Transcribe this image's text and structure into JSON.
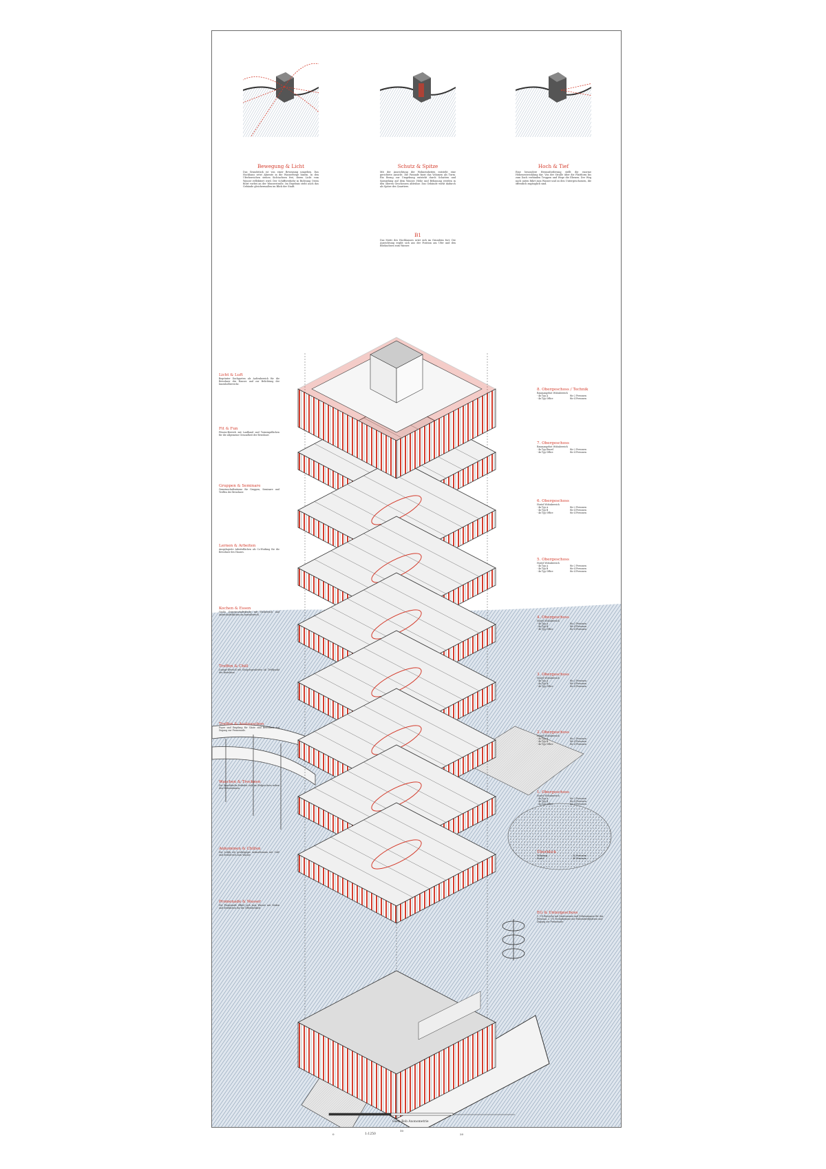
{
  "diagrams": [
    {
      "title": "Bewegung & Licht",
      "text": "Das Grundstück ist von einer Bewegung umgeben. Das Hochhaus setzt Akzente in die Wasserwege hinein. In den Uferbereichen stehen Sichtachsen frei, deren Licht vom Wasser reflektiert wird. Der Schiffsverkehr in Richtung Osten führt vorbei an der Wasserstraße. Im Ergebnis steht auch das Gebäude gleichermaßen im Blick der Stadt."
    },
    {
      "title": "Schutz & Spitze",
      "text": "Mit der Ausrichtung der Wohneinheiten entsteht eine gerichtete Ansicht. Die Fassade fasst das Volumen als Turm. Ein Bezug zur Umgebung entsteht durch Schatten und Spiegelung auf dem Wasser. Höhe und Bebauung werden in den oberen Geschossen ablesbar. Das Gebäude wirkt dadurch als Spitze des Quartiers."
    },
    {
      "title": "Hoch & Tief",
      "text": "Eine besondere Herausforderung stellt die enorme Höhenentwicklung dar. Von der Straße über die Plattform bis zum Dach verbinden Treppen und Wege die Ebenen. Der Weg nach unten führt zum Wasser und zu den Untergeschossen, die öffentlich zugänglich sind."
    }
  ],
  "intro": {
    "title": "B1",
    "text": "Das Motiv des Hochhauses setzt sich im Grundriss fort. Die Ausrichtung ergibt sich aus der Position am Ufer und den Blickachsen zum Wasser."
  },
  "left_notes": [
    {
      "title": "Licht & Luft",
      "text": "Begrünter Dachgarten als Außenbereich für die Bewohner des Hauses und zur Belichtung der Innenhofbereiche."
    },
    {
      "title": "Fit & Fun",
      "text": "Fitness-Bereich mit Laufband und Trainingsflächen für die allgemeine Gesundheit der Bewohner."
    },
    {
      "title": "Gruppen & Seminare",
      "text": "Gemeinschaftsräume für Gruppen, Seminare und Treffen der Bewohner."
    },
    {
      "title": "Lernen & Arbeiten",
      "text": "Ausgelagerte Arbeitsflächen als Co-Working für die Bewohner des Hauses."
    },
    {
      "title": "Kochen & Essen",
      "text": "Große Gemeinschaftsküche mit Essbereich und Aufenthaltsflächen im Innenbereich."
    },
    {
      "title": "Treffen & Chill",
      "text": "Lounge-Bereich mit Sitzgelegenheiten als Treffpunkt der Bewohner."
    },
    {
      "title": "Treffen & Austauschen",
      "text": "Foyer und Empfang für Gäste und Bewohner mit Zugang zur Promenade."
    },
    {
      "title": "Waschen & Trocknen",
      "text": "Die Waschküche befindet sich im Erdgeschoss neben den Nebenräumen."
    },
    {
      "title": "Ankommen & Chillen",
      "text": "Die Lobby als großzügiger Ankunftsraum mit Café und Sitzbereich zum Wasser."
    },
    {
      "title": "Promenade & Wasser",
      "text": "Die Promenade öffnet sich zum Wasser mit Stufen und Sitzflächen für die Öffentlichkeit."
    }
  ],
  "right_notes": [
    {
      "title": "8. Obergeschoss / Technik",
      "sub": "Raumangebot Wohnbereich",
      "rows": [
        [
          "- 4x Typ A",
          "für 2 Personen"
        ],
        [
          "- 4x Typ Office",
          "für 4 Personen"
        ]
      ]
    },
    {
      "title": "7. Obergeschoss",
      "sub": "Raumangebot Wohnbereich",
      "rows": [
        [
          "- 4x Typ Einzel",
          "für 2 Personen"
        ],
        [
          "- 4x Typ Office",
          "für 4 Personen"
        ]
      ]
    },
    {
      "title": "6. Obergeschoss",
      "sub": "Hostel Wohnbereich",
      "rows": [
        [
          "- 4x Typ A",
          "für 2 Personen"
        ],
        [
          "- 4x Typ B",
          "für 4 Personen"
        ],
        [
          "- 4x Typ Office",
          "für 4 Personen"
        ]
      ]
    },
    {
      "title": "5. Obergeschoss",
      "sub": "Hostel Wohnbereich",
      "rows": [
        [
          "- 4x Typ A",
          "für 2 Personen"
        ],
        [
          "- 4x Typ B",
          "für 4 Personen"
        ],
        [
          "- 4x Typ Office",
          "für 4 Personen"
        ]
      ]
    },
    {
      "title": "4. Obergeschoss",
      "sub": "Hostel Wohnbereich",
      "rows": [
        [
          "- 4x Typ A",
          "für 2 Personen"
        ],
        [
          "- 4x Typ B",
          "für 4 Personen"
        ],
        [
          "- 4x Typ Office",
          "für 4 Personen"
        ]
      ]
    },
    {
      "title": "3. Obergeschoss",
      "sub": "Hostel Wohnbereich",
      "rows": [
        [
          "- 4x Typ A",
          "für 2 Personen"
        ],
        [
          "- 4x Typ B",
          "für 4 Personen"
        ],
        [
          "- 4x Typ Office",
          "für 4 Personen"
        ]
      ]
    },
    {
      "title": "2. Obergeschoss",
      "sub": "Hostel Wohnbereich",
      "rows": [
        [
          "- 4x Typ A",
          "für 2 Personen"
        ],
        [
          "- 4x Typ B",
          "für 4 Personen"
        ],
        [
          "- 4x Typ Office",
          "für 4 Personen"
        ]
      ]
    },
    {
      "title": "1. Obergeschoss",
      "sub": "Hostel Wohnbereich",
      "rows": [
        [
          "- 4x Typ A",
          "für 2 Personen"
        ],
        [
          "- 4x Typ B",
          "für 4 Personen"
        ],
        [
          "- 4x Typ Office",
          "für 4 Personen"
        ]
      ]
    },
    {
      "title": "Überblick",
      "sub": "",
      "rows": [
        [
          "Wohnung",
          "32 Personen"
        ],
        [
          "Hostel",
          "48 Personen"
        ]
      ]
    },
    {
      "title": "EG & Untergeschoss",
      "sub": "1. UG Bereiche mit Gastronomie und Nebenräumen für das Personal. 2. UG Technikräume mit Fahrradstellplätzen und Zugang zur Promenade.",
      "rows": []
    }
  ],
  "footer": {
    "caption": "Geek Bob Axonometrie",
    "ratio": "1:1250",
    "scale_left": "0",
    "scale_mid": "10",
    "scale_right": "20"
  },
  "colors": {
    "accent": "#d43a2a",
    "water": "#c9d4e0",
    "line": "#333333"
  }
}
